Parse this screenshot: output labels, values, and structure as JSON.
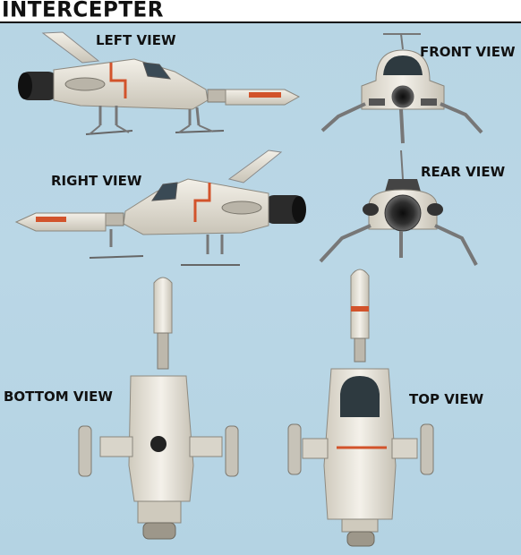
{
  "title": "INTERCEPTER",
  "views": {
    "left": "LEFT VIEW",
    "front": "FRONT VIEW",
    "right": "RIGHT VIEW",
    "rear": "REAR VIEW",
    "bottom": "BOTTOM VIEW",
    "top": "TOP VIEW"
  },
  "colors": {
    "background": "#b7d5e4",
    "hull": "#e7e3d8",
    "stripe": "#d2532b",
    "engine": "#2b2b2b",
    "title_rule": "#111111"
  }
}
